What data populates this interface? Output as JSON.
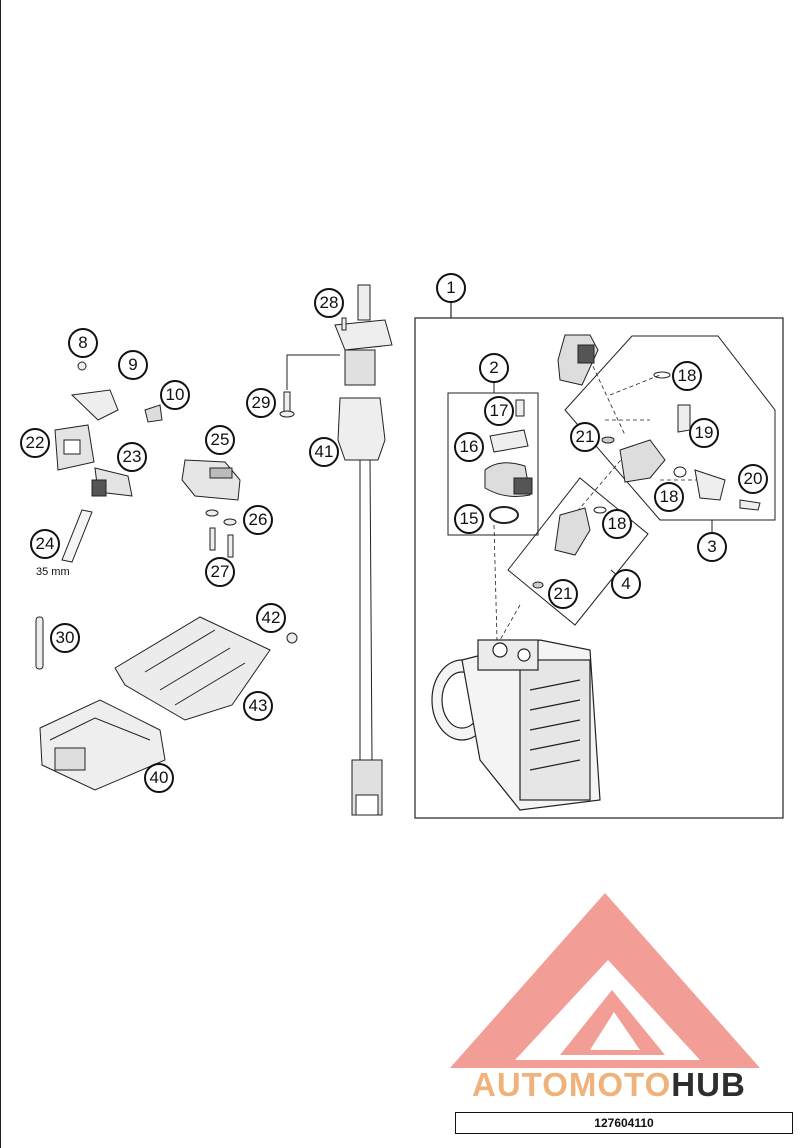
{
  "diagram": {
    "callouts": {
      "c1": "1",
      "c2": "2",
      "c3": "3",
      "c4": "4",
      "c8": "8",
      "c9": "9",
      "c10": "10",
      "c15": "15",
      "c16": "16",
      "c17": "17",
      "c18a": "18",
      "c18b": "18",
      "c18c": "18",
      "c19": "19",
      "c20": "20",
      "c21a": "21",
      "c21b": "21",
      "c22": "22",
      "c23": "23",
      "c24": "24",
      "c25": "25",
      "c26": "26",
      "c27": "27",
      "c28": "28",
      "c29": "29",
      "c30": "30",
      "c40": "40",
      "c41": "41",
      "c42": "42",
      "c43": "43"
    },
    "hose_length_label": "35 mm"
  },
  "watermark": {
    "part1": "AUTOMOTO",
    "part2": "HUB",
    "colors": {
      "triangle": "#f08c84",
      "part1": "#f0b27a",
      "part2": "#2e2e2e"
    }
  },
  "footer": {
    "part_number": "127604110"
  }
}
